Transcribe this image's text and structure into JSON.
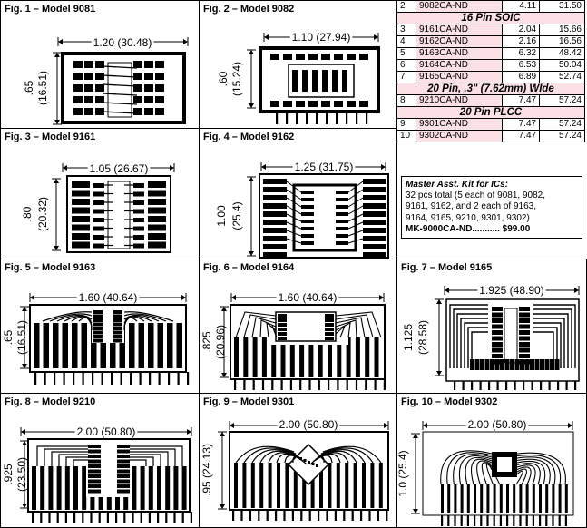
{
  "figures": [
    {
      "title": "Fig. 1 – Model 9081",
      "width_dim": "1.20 (30.48)",
      "height_dim": ".65",
      "height_dim_mm": "(16.51)"
    },
    {
      "title": "Fig. 2 – Model 9082",
      "width_dim": "1.10 (27.94)",
      "height_dim": ".60",
      "height_dim_mm": "(15.24)"
    },
    {
      "title": "Fig. 3 – Model 9161",
      "width_dim": "1.05 (26.67)",
      "height_dim": ".80",
      "height_dim_mm": "(20.32)"
    },
    {
      "title": "Fig. 4 – Model 9162",
      "width_dim": "1.25 (31.75)",
      "height_dim": "1.00",
      "height_dim_mm": "(25.4)"
    },
    {
      "title": "Fig. 5 – Model 9163",
      "width_dim": "1.60 (40.64)",
      "height_dim": ".65",
      "height_dim_mm": "(16.51)"
    },
    {
      "title": "Fig. 6 – Model 9164",
      "width_dim": "1.60 (40.64)",
      "height_dim": ".825",
      "height_dim_mm": "(20.96)"
    },
    {
      "title": "Fig. 7 – Model 9165",
      "width_dim": "1.925 (48.90)",
      "height_dim": "1.125",
      "height_dim_mm": "(28.58)"
    },
    {
      "title": "Fig. 8 – Model 9210",
      "width_dim": "2.00 (50.80)",
      "height_dim": ".925",
      "height_dim_mm": "(23.50)"
    },
    {
      "title": "Fig. 9 – Model 9301",
      "width_dim": "2.00 (50.80)",
      "height_dim": ".95 (24.13)",
      "height_dim_mm": ""
    },
    {
      "title": "Fig. 10 – Model 9302",
      "width_dim": "2.00 (50.80)",
      "height_dim": "1.0 (25.4)",
      "height_dim_mm": ""
    }
  ],
  "price_table": {
    "first_row": {
      "fig": "2",
      "part": "9082CA-ND",
      "p1": "4.11",
      "p10": "31.50"
    },
    "sections": [
      {
        "heading": "16 Pin SOIC",
        "rows": [
          {
            "fig": "3",
            "part": "9161CA-ND",
            "p1": "2.04",
            "p10": "15.66"
          },
          {
            "fig": "4",
            "part": "9162CA-ND",
            "p1": "2.16",
            "p10": "16.56"
          },
          {
            "fig": "5",
            "part": "9163CA-ND",
            "p1": "6.32",
            "p10": "48.42"
          },
          {
            "fig": "6",
            "part": "9164CA-ND",
            "p1": "6.53",
            "p10": "50.04"
          },
          {
            "fig": "7",
            "part": "9165CA-ND",
            "p1": "6.89",
            "p10": "52.74"
          }
        ]
      },
      {
        "heading": "20 Pin, .3\" (7.62mm) WIde",
        "rows": [
          {
            "fig": "8",
            "part": "9210CA-ND",
            "p1": "7.47",
            "p10": "57.24"
          }
        ]
      },
      {
        "heading": "20 Pin PLCC",
        "rows": [
          {
            "fig": "9",
            "part": "9301CA-ND",
            "p1": "7.47",
            "p10": "57.24"
          },
          {
            "fig": "10",
            "part": "9302CA-ND",
            "p1": "7.47",
            "p10": "57.24"
          }
        ]
      }
    ]
  },
  "kit": {
    "title": "Master Asst. Kit for ICs:",
    "lines": [
      "32 pcs total (5 each of 9081, 9082,",
      "9161, 9162, and 2 each of 9163,",
      "9164, 9165, 9210, 9301, 9302)"
    ],
    "part_price": "MK-9000CA-ND........... $99.00"
  }
}
